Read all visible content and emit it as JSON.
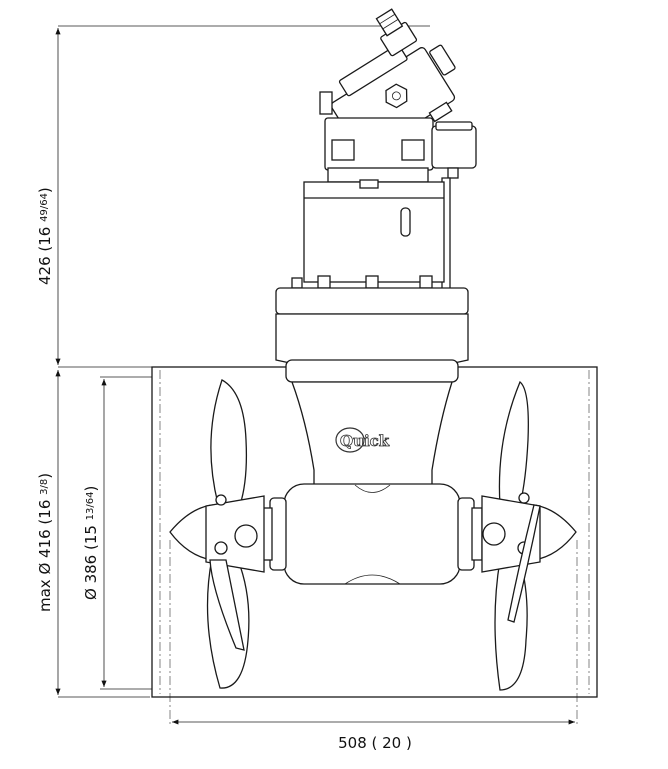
{
  "product": {
    "logo_text": "Quick"
  },
  "dimensions": {
    "total_height": {
      "main": "426 (16 ",
      "fraction": "49/64",
      "close": ")"
    },
    "max_tunnel_diameter": {
      "main": "max Ø 416 (16 ",
      "fraction": "3/8",
      "close": ")"
    },
    "tunnel_diameter": {
      "main": "Ø 386 (15 ",
      "fraction": "13/64",
      "close": ")"
    },
    "tunnel_length": {
      "text": "508 ( 20 )"
    }
  }
}
